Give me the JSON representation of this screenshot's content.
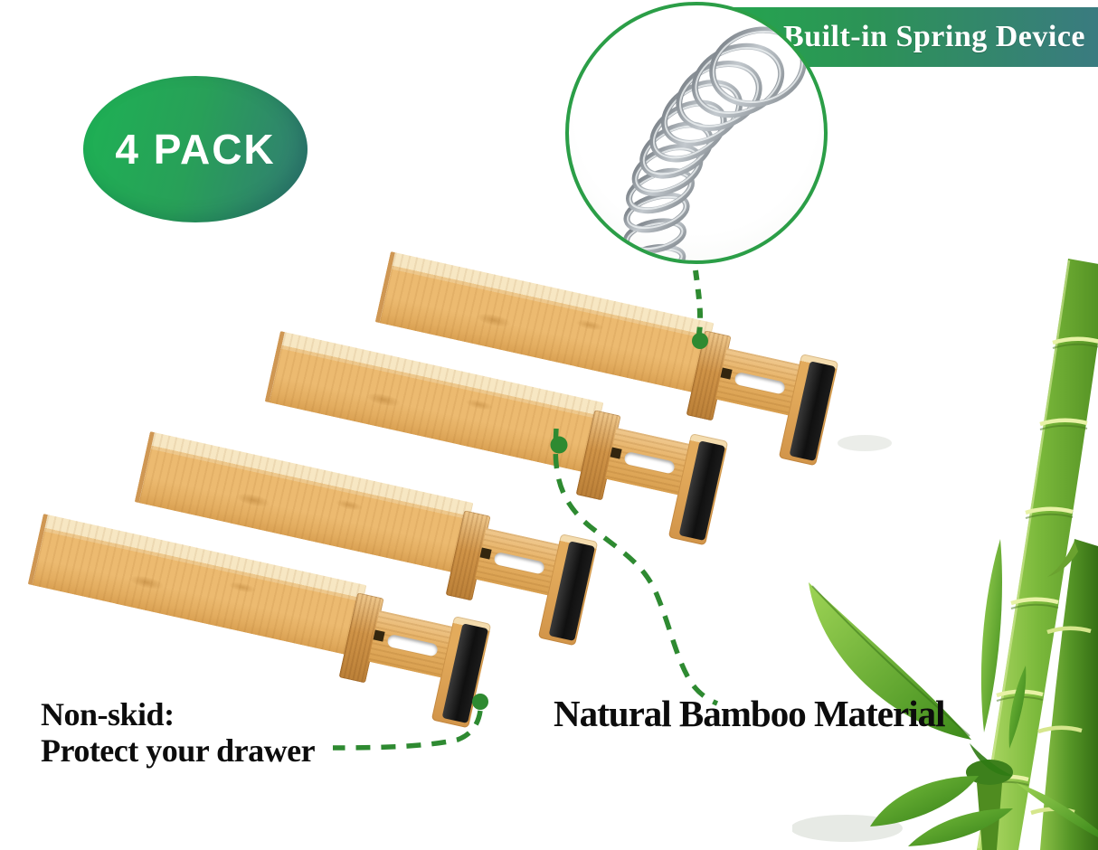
{
  "badge": {
    "label": "4 PACK"
  },
  "banner": {
    "label": "Built-in Spring Device"
  },
  "callouts": {
    "natural": {
      "label": "Natural Bamboo Material"
    },
    "nonskid": {
      "line1": "Non-skid:",
      "line2": "Protect your drawer"
    }
  },
  "product": {
    "visible_divider_count": 4
  },
  "icons": {
    "spring": "spring-coil-icon",
    "plant": "bamboo-plant-illustration"
  },
  "colors": {
    "accent_green": "#2e8a31",
    "circle_border": "#2b9e47",
    "badge_gradient": [
      "#1db254",
      "#337a75"
    ],
    "banner_gradient": [
      "#23aa4c",
      "#3a7b80"
    ],
    "bamboo_face": "#ecba70",
    "bamboo_top": "#f7e7c3",
    "bamboo_dark": "#bb8038",
    "nonskid_cap": "#141414",
    "leaf_green": "#5aa12b",
    "text": "#0c0c0c"
  }
}
